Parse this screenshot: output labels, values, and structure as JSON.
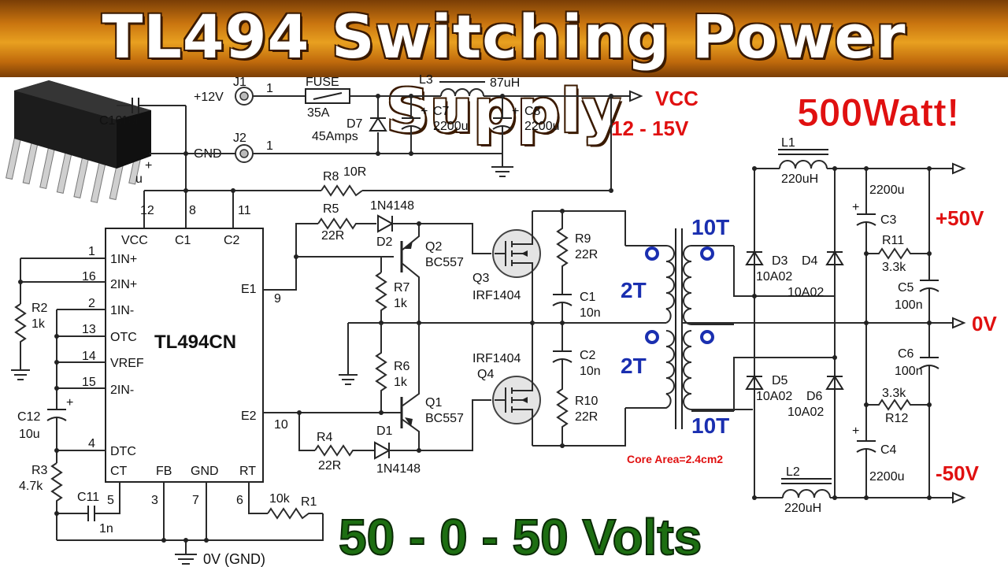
{
  "title": "TL494 Switching Power Supply",
  "badge": "500Watt!",
  "bottom_caption": "50 - 0 - 50 Volts",
  "ic": {
    "name": "TL494CN",
    "pins_left": [
      "1IN+",
      "2IN+",
      "1IN-",
      "OTC",
      "VREF",
      "2IN-",
      "DTC",
      "CT"
    ],
    "pins_left_nums": [
      "1",
      "16",
      "2",
      "13",
      "14",
      "15",
      "4"
    ],
    "pins_top": [
      "VCC",
      "C1",
      "C2"
    ],
    "pins_top_nums": [
      "12",
      "8",
      "11"
    ],
    "pins_right": [
      "E1",
      "E2"
    ],
    "pins_right_nums": [
      "9",
      "10"
    ],
    "pins_bottom": [
      "FB",
      "GND",
      "RT"
    ],
    "pins_bottom_nums": [
      "5",
      "3",
      "7",
      "6"
    ]
  },
  "input": {
    "j1": "J1",
    "v12": "+12V",
    "pin1": "1",
    "j2": "J2",
    "gnd": "GND",
    "pin1b": "1",
    "fuse": "FUSE",
    "fuse_val": "35A",
    "d7": "D7",
    "d7_val": "45Amps",
    "l3": "L3",
    "l3_val": "87uH",
    "c7": "C7",
    "c7_val": "2200u",
    "c8": "C8",
    "c8_val": "2200u",
    "vcc": "VCC",
    "vcc_range": "12 - 15V"
  },
  "parts": {
    "c10": "C10",
    "c10_val": "10n",
    "c9_val": "u",
    "r8": "R8",
    "r8_val": "10R",
    "r5": "R5",
    "r5_val": "22R",
    "r4": "R4",
    "r4_val": "22R",
    "d2": "D2",
    "d2_val": "1N4148",
    "d1": "D1",
    "d1_val": "1N4148",
    "q2": "Q2",
    "q2_val": "BC557",
    "q1": "Q1",
    "q1_val": "BC557",
    "r7": "R7",
    "r7_val": "1k",
    "r6": "R6",
    "r6_val": "1k",
    "q3": "Q3",
    "q3_val": "IRF1404",
    "q4": "Q4",
    "q4_val": "IRF1404",
    "r9": "R9",
    "r9_val": "22R",
    "c1": "C1",
    "c1_val": "10n",
    "c2": "C2",
    "c2_val": "10n",
    "r10": "R10",
    "r10_val": "22R",
    "r2": "R2",
    "r2_val": "1k",
    "c12": "C12",
    "c12_val": "10u",
    "r3": "R3",
    "r3_val": "4.7k",
    "c11": "C11",
    "c11_val": "1n",
    "r1": "R1",
    "r1_val": "10k",
    "gnd_label": "0V (GND)",
    "plus": "+"
  },
  "transformer": {
    "pri_top": "2T",
    "pri_bot": "2T",
    "sec_top": "10T",
    "sec_bot": "10T",
    "core": "Core Area=2.4cm2"
  },
  "output": {
    "l1": "L1",
    "l1_val": "220uH",
    "l2": "L2",
    "l2_val": "220uH",
    "c3": "C3",
    "c3_val": "2200u",
    "c4": "C4",
    "c4_val": "2200u",
    "r11": "R11",
    "r11_val": "3.3k",
    "r12": "R12",
    "r12_val": "3.3k",
    "c5": "C5",
    "c5_val": "100n",
    "c6": "C6",
    "c6_val": "100n",
    "d3": "D3",
    "d3_val": "10A02",
    "d4": "D4",
    "d4_val": "10A02",
    "d5": "D5",
    "d5_val": "10A02",
    "d6": "D6",
    "d6_val": "10A02",
    "plus50": "+50V",
    "zero": "0V",
    "minus50": "-50V"
  },
  "colors": {
    "banner": "#c9740f",
    "red": "#e01010",
    "blue": "#1a2fb0",
    "green": "#1d6e12",
    "wire": "#2a2a2a"
  }
}
